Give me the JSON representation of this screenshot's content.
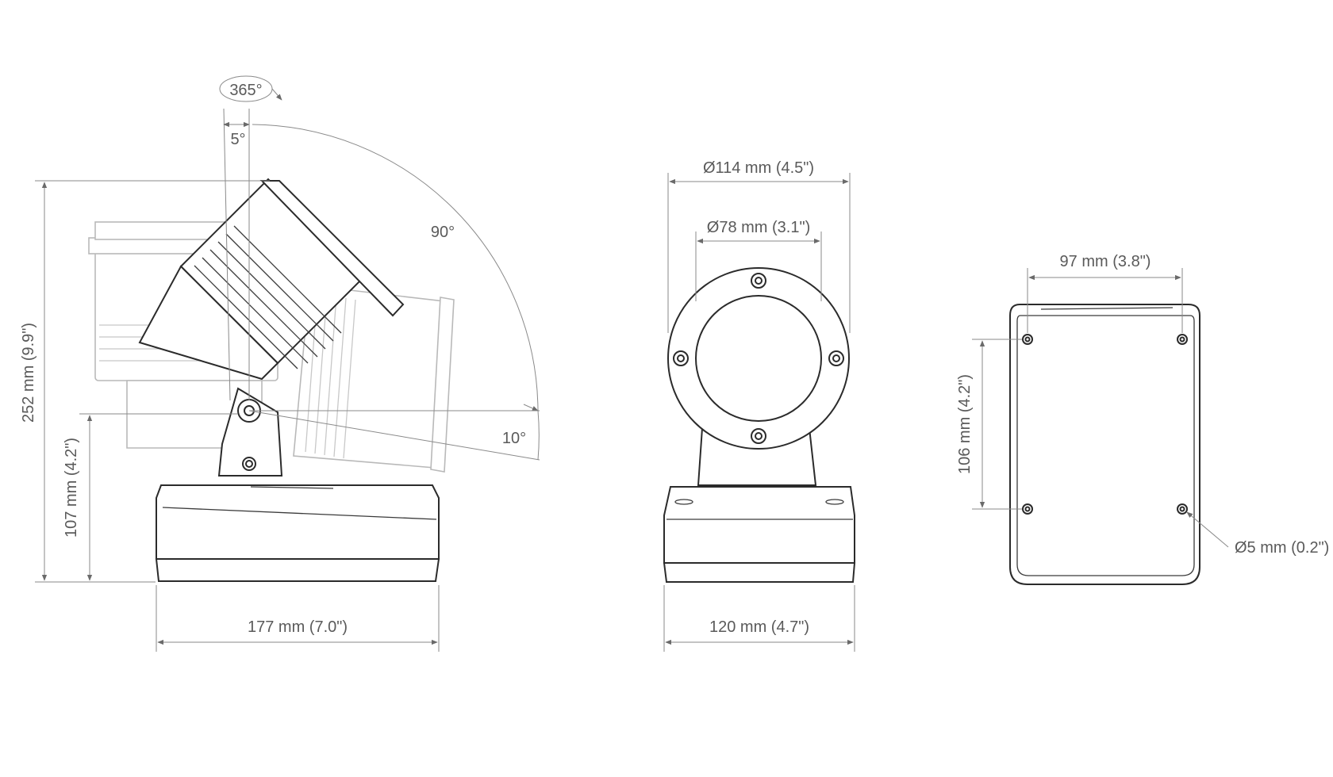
{
  "views": {
    "side": {
      "rotation_label": "365°",
      "tilt_label": "5°",
      "angle_label": "90°",
      "lower_angle_label": "10°",
      "height_label": "252 mm (9.9\")",
      "pivot_height_label": "107 mm (4.2\")",
      "base_width_label": "177 mm (7.0\")"
    },
    "front": {
      "outer_diameter_label": "Ø114 mm (4.5\")",
      "inner_diameter_label": "Ø78 mm (3.1\")",
      "base_width_label": "120 mm (4.7\")"
    },
    "bottom": {
      "hole_spacing_x_label": "97 mm (3.8\")",
      "hole_spacing_y_label": "106 mm (4.2\")",
      "hole_diameter_label": "Ø5 mm (0.2\")"
    }
  },
  "colors": {
    "line": "#2b2b2b",
    "dimension": "#8a8a8a",
    "text": "#5a5a5a",
    "ghost": "#b9b9b9"
  }
}
